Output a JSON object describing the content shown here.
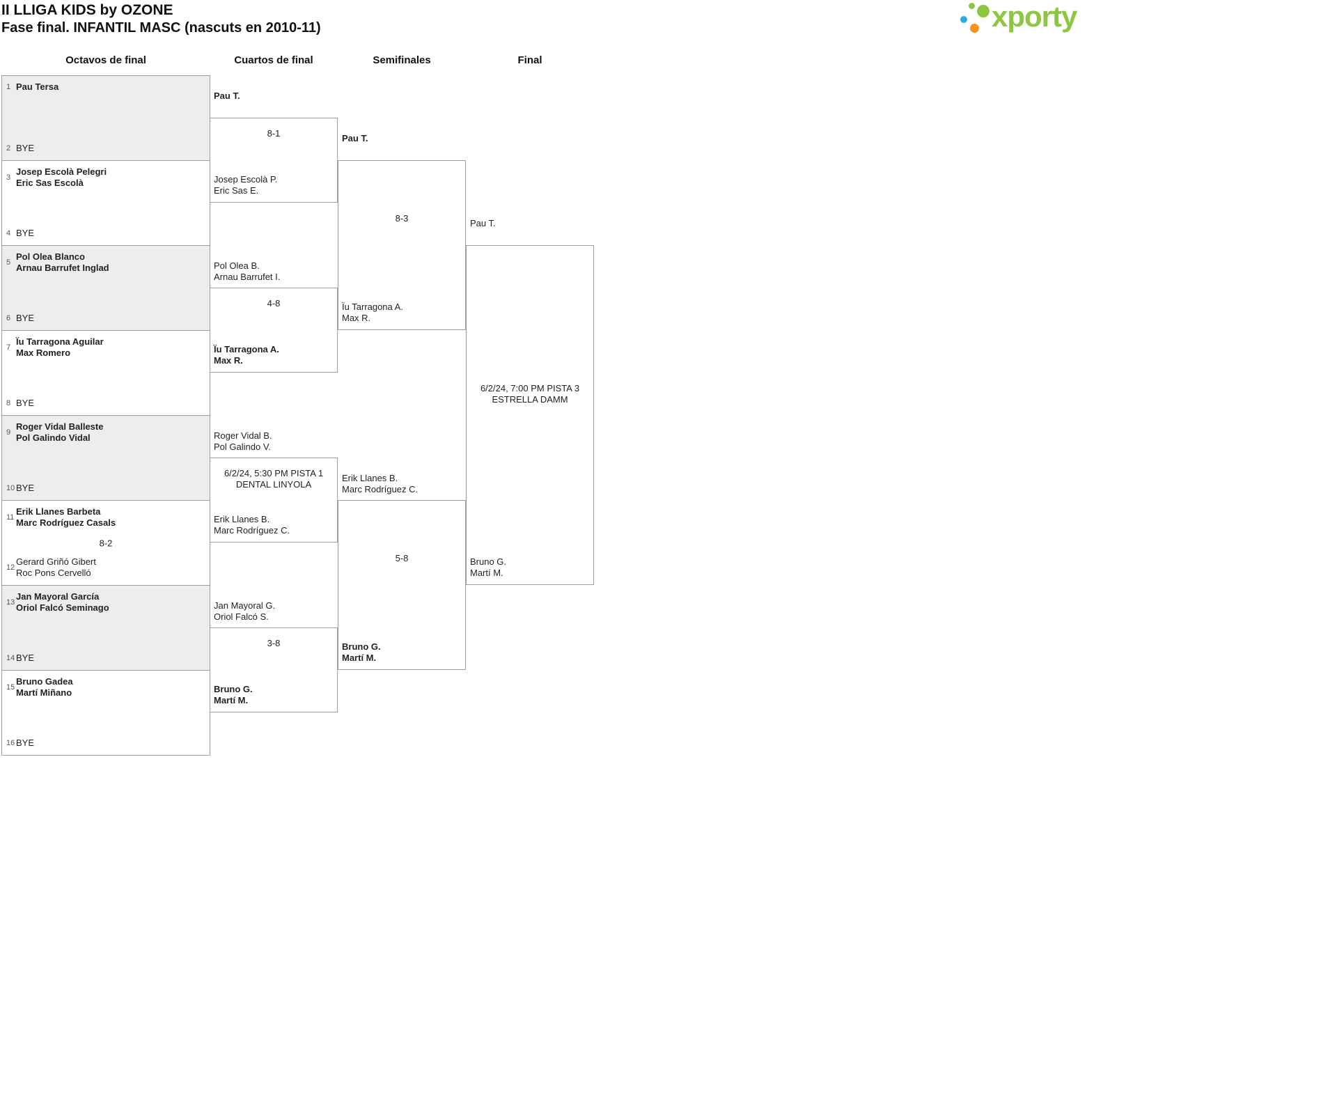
{
  "header": {
    "title": "II LLIGA KIDS by OZONE",
    "subtitle": "Fase final. INFANTIL MASC (nascuts en 2010-11)",
    "logo_text": "xporty"
  },
  "columns": [
    "Octavos de final",
    "Cuartos de final",
    "Semifinales",
    "Final"
  ],
  "colors": {
    "line": "#9e9e9e",
    "alt_bg": "#ededed",
    "text": "#222222",
    "seed": "#555555",
    "logo_green": "#8dc63f",
    "logo_orange": "#f7941d",
    "logo_blue": "#29abe2"
  },
  "r16": [
    {
      "score": "",
      "top": {
        "seed": "1",
        "name1": "Pau Tersa",
        "name2": "",
        "win": true
      },
      "bottom": {
        "seed": "2",
        "name1": "BYE",
        "name2": "",
        "win": false
      }
    },
    {
      "score": "",
      "top": {
        "seed": "3",
        "name1": "Josep Escolà Pelegri",
        "name2": "Eric Sas Escolà",
        "win": true
      },
      "bottom": {
        "seed": "4",
        "name1": "BYE",
        "name2": "",
        "win": false
      }
    },
    {
      "score": "",
      "top": {
        "seed": "5",
        "name1": "Pol Olea Blanco",
        "name2": "Arnau Barrufet Inglad",
        "win": true
      },
      "bottom": {
        "seed": "6",
        "name1": "BYE",
        "name2": "",
        "win": false
      }
    },
    {
      "score": "",
      "top": {
        "seed": "7",
        "name1": "Ïu Tarragona Aguilar",
        "name2": "Max Romero",
        "win": true
      },
      "bottom": {
        "seed": "8",
        "name1": "BYE",
        "name2": "",
        "win": false
      }
    },
    {
      "score": "",
      "top": {
        "seed": "9",
        "name1": "Roger Vidal Balleste",
        "name2": "Pol Galindo Vidal",
        "win": true
      },
      "bottom": {
        "seed": "10",
        "name1": "BYE",
        "name2": "",
        "win": false
      }
    },
    {
      "score": "8-2",
      "top": {
        "seed": "11",
        "name1": "Erik Llanes Barbeta",
        "name2": "Marc Rodríguez Casals",
        "win": true
      },
      "bottom": {
        "seed": "12",
        "name1": "Gerard Griñó Gibert",
        "name2": "Roc Pons Cervelló",
        "win": false
      }
    },
    {
      "score": "",
      "top": {
        "seed": "13",
        "name1": "Jan Mayoral García",
        "name2": "Oriol Falcó Seminago",
        "win": true
      },
      "bottom": {
        "seed": "14",
        "name1": "BYE",
        "name2": "",
        "win": false
      }
    },
    {
      "score": "",
      "top": {
        "seed": "15",
        "name1": "Bruno Gadea",
        "name2": "Martí Miñano",
        "win": true
      },
      "bottom": {
        "seed": "16",
        "name1": "BYE",
        "name2": "",
        "win": false
      }
    }
  ],
  "qf": [
    {
      "center1": "8-1",
      "center2": "",
      "top": {
        "name1": "Pau T.",
        "name2": "",
        "win": true
      },
      "bottom": {
        "name1": "Josep Escolà P.",
        "name2": "Eric Sas E.",
        "win": false
      }
    },
    {
      "center1": "4-8",
      "center2": "",
      "top": {
        "name1": "Pol Olea B.",
        "name2": "Arnau Barrufet I.",
        "win": false
      },
      "bottom": {
        "name1": "Ïu Tarragona A.",
        "name2": "Max R.",
        "win": true
      }
    },
    {
      "center1": "6/2/24, 5:30 PM PISTA 1",
      "center2": "DENTAL LINYOLA",
      "top": {
        "name1": "Roger Vidal B.",
        "name2": "Pol Galindo V.",
        "win": false
      },
      "bottom": {
        "name1": "Erik Llanes B.",
        "name2": "Marc Rodríguez C.",
        "win": false
      }
    },
    {
      "center1": "3-8",
      "center2": "",
      "top": {
        "name1": "Jan Mayoral G.",
        "name2": "Oriol Falcó S.",
        "win": false
      },
      "bottom": {
        "name1": "Bruno G.",
        "name2": "Martí M.",
        "win": true
      }
    }
  ],
  "sf": [
    {
      "center1": "8-3",
      "center2": "",
      "top": {
        "name1": "Pau T.",
        "name2": "",
        "win": true
      },
      "bottom": {
        "name1": "Ïu Tarragona A.",
        "name2": "Max R.",
        "win": false
      }
    },
    {
      "center1": "5-8",
      "center2": "",
      "top": {
        "name1": "Erik Llanes B.",
        "name2": "Marc Rodríguez C.",
        "win": false
      },
      "bottom": {
        "name1": "Bruno G.",
        "name2": "Martí M.",
        "win": true
      }
    }
  ],
  "final": [
    {
      "center1": "6/2/24, 7:00 PM PISTA 3",
      "center2": "ESTRELLA DAMM",
      "top": {
        "name1": "Pau T.",
        "name2": "",
        "win": false
      },
      "bottom": {
        "name1": "Bruno G.",
        "name2": "Martí M.",
        "win": false
      }
    }
  ]
}
